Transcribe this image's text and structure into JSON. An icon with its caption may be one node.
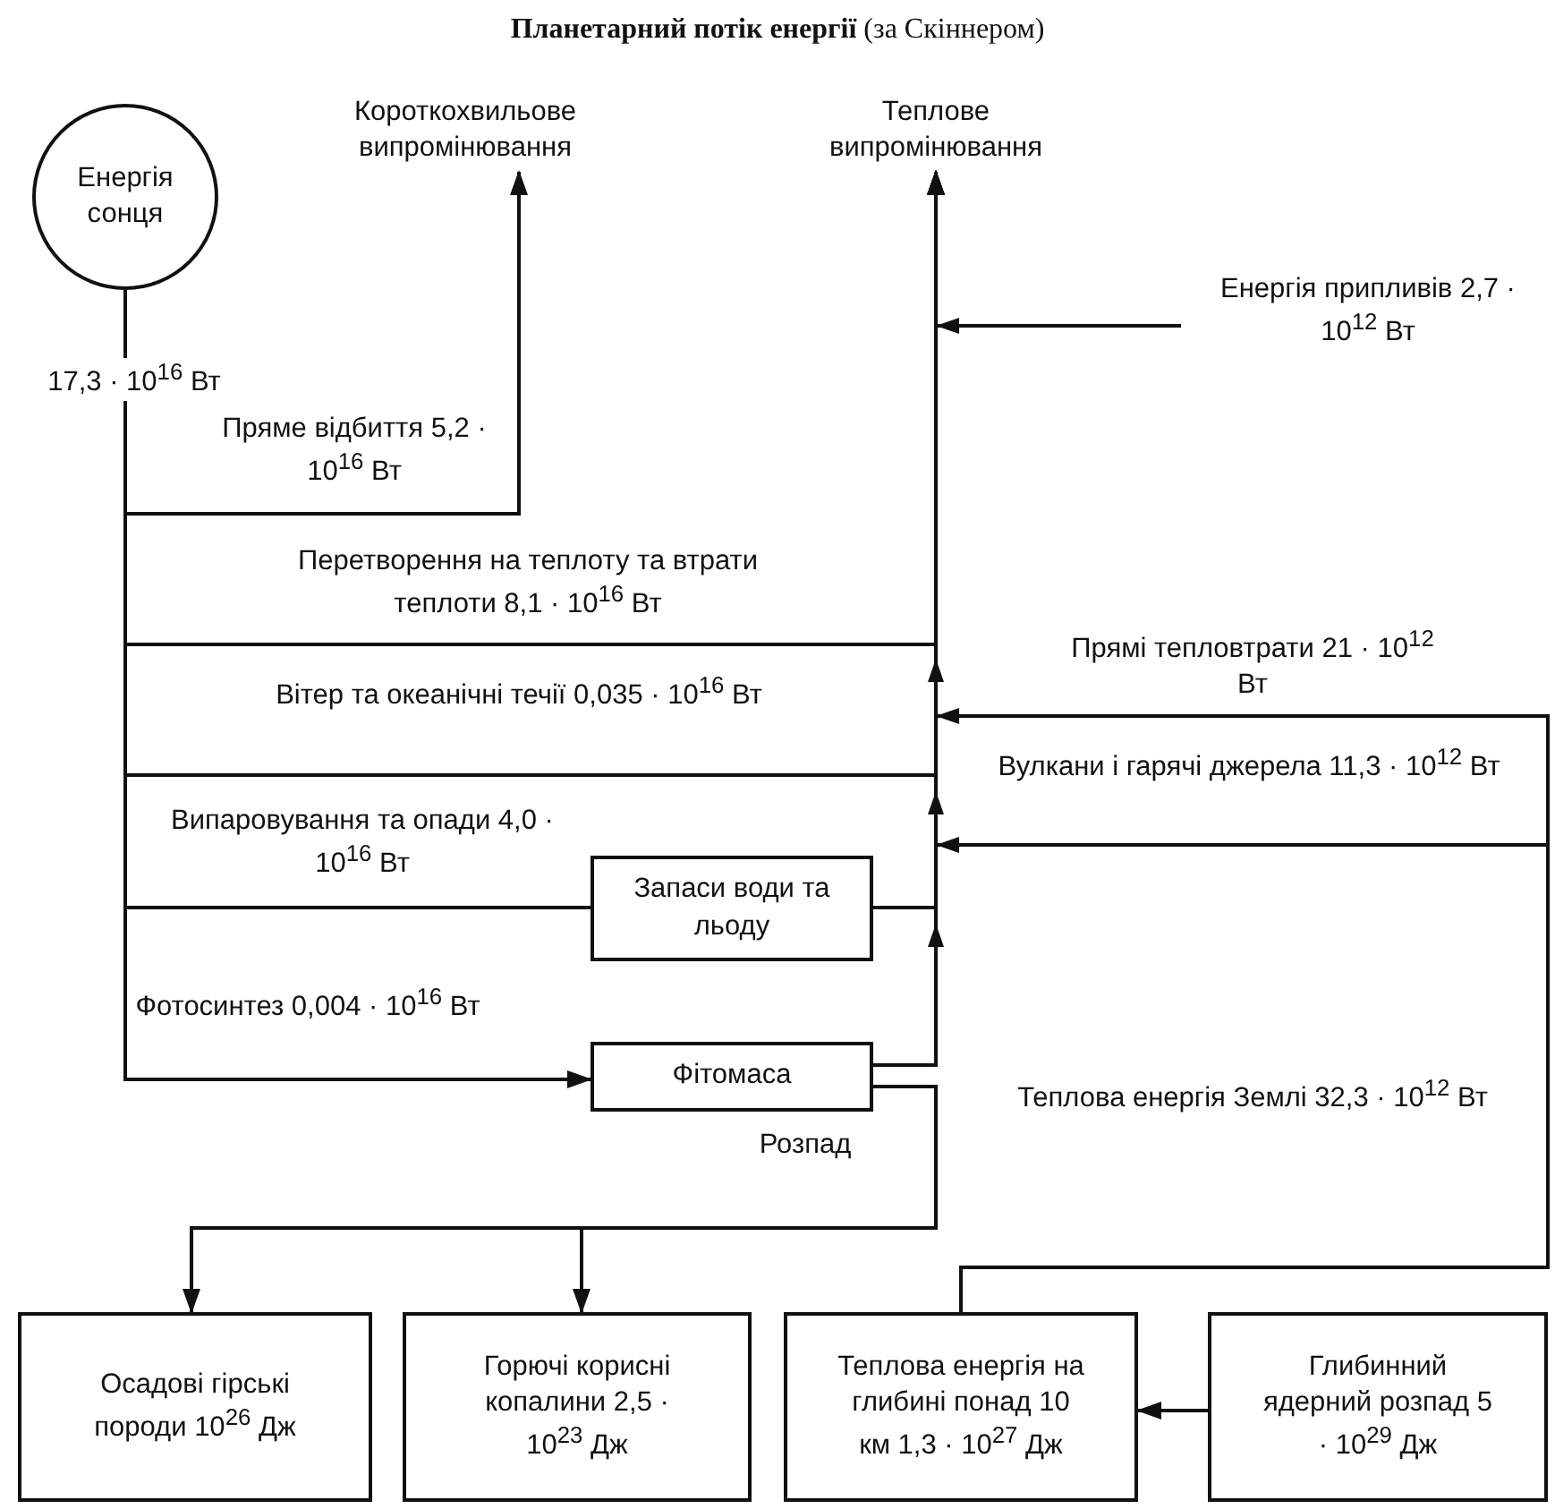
{
  "diagram": {
    "title": "**Планетарний потік енергії** (за Скіннером)",
    "nodes": [
      {
        "text": [
          "Енергія сонця"
        ],
        "beside": [
          "17,3 · 10$^{16}$ Вт"
        ]
      },
      {
        "text": [
          "Короткохвильове випромінювання"
        ]
      },
      {
        "text": [
          "Теплове випромінювання"
        ]
      },
      {
        "text": [
          "Енергія припливів 2,7 · 10$^{12}$ Вт"
        ]
      },
      {
        "text": [
          "Запаси води та льоду"
        ]
      },
      {
        "text": [
          "Фітомаса"
        ]
      },
      {
        "text": [
          "Осадові гірські породи 10$^{26}$ Дж"
        ]
      },
      {
        "text": [
          "Горючі корисні копалини 2,5 · 10$^{23}$ Дж"
        ]
      },
      {
        "text": [
          "Теплова енергія на глибині понад 10 км 1,3 · 10$^{27}$ Дж"
        ]
      },
      {
        "text": [
          "Глибинний ядерний розпад 5 · 10$^{29}$ Дж"
        ]
      }
    ],
    "edges": [
      {
        "from": 0,
        "to": 1,
        "arrow": "to",
        "label": "Пряме відбиття 5,2 · 10$^{16}$ Вт"
      },
      {
        "from": 0,
        "to": 2,
        "arrow": "to",
        "label": "Перетворення на теплоту та втрати теплоти 8,1 · 10$^{16}$ Вт"
      },
      {
        "from": 3,
        "to": 2,
        "arrow": "to"
      },
      {
        "from": 0,
        "to": 2,
        "arrow": "to",
        "label": "Вітер та океанічні течії 0,035 · 10$^{16}$ Вт"
      },
      {
        "from": 0,
        "to": 4,
        "arrow": "none",
        "label": "Випаровування та опади 4,0 · 10$^{16}$ Вт"
      },
      {
        "from": 4,
        "to": 2,
        "arrow": "to"
      },
      {
        "from": 0,
        "to": 5,
        "arrow": "to",
        "label": "Фотосинтез 0,004 · 10$^{16}$ Вт"
      },
      {
        "from": 5,
        "to": 2,
        "arrow": "to"
      },
      {
        "from": 5,
        "to": 6,
        "arrow": "to",
        "label": "Розпад"
      },
      {
        "from": 5,
        "to": 7,
        "arrow": "to"
      },
      {
        "from": 8,
        "to": 2,
        "arrow": "to",
        "label": "Прямі тепловтрати 21 · 10$^{12}$ Вт"
      },
      {
        "from": 8,
        "to": 2,
        "arrow": "to",
        "label": "Вулкани і гарячі джерела 11,3 · 10$^{12}$ Вт"
      },
      {
        "from": 9,
        "to": 8,
        "arrow": "to"
      }
    ],
    "labels": [
      "Теплова енергія Землі 32,3 · 10$^{12}$ Вт"
    ]
  }
}
